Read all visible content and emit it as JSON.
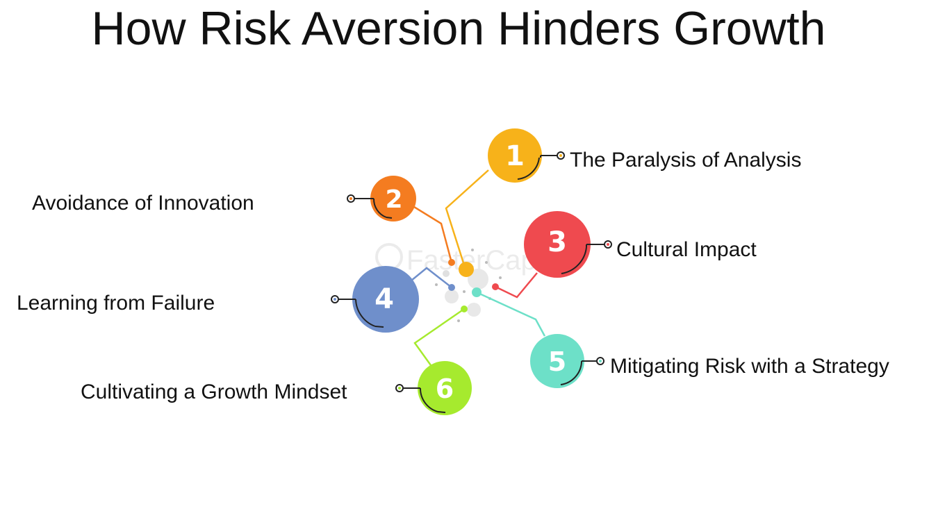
{
  "title": "How Risk Aversion Hinders Growth",
  "watermark": "FasterCapital",
  "items": [
    {
      "number": "1",
      "label": "The Paralysis of Analysis",
      "color": "#f7b21a"
    },
    {
      "number": "2",
      "label": "Avoidance of Innovation",
      "color": "#f47c20"
    },
    {
      "number": "3",
      "label": "Cultural Impact",
      "color": "#ef4a4f"
    },
    {
      "number": "4",
      "label": "Learning from Failure",
      "color": "#6f8fcb"
    },
    {
      "number": "5",
      "label": "Mitigating Risk with a Strategy",
      "color": "#6de0c8"
    },
    {
      "number": "6",
      "label": "Cultivating a Growth Mindset",
      "color": "#a6ea2e"
    }
  ]
}
